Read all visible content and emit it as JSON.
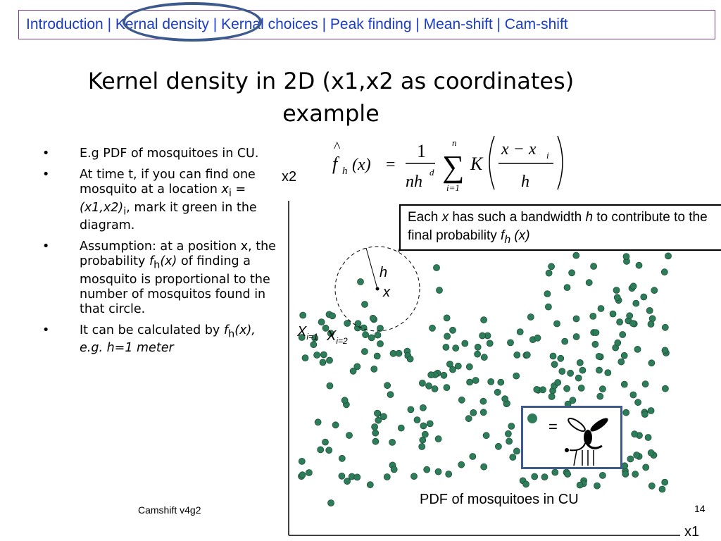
{
  "nav": {
    "text": "Introduction | Kernal density | Kernal choices | Peak finding | Mean-shift | Cam-shift"
  },
  "slide": {
    "title_line1": "Kernel density in 2D (x1,x2 as coordinates)",
    "title_line2": "example",
    "bullet_marker": "•",
    "bullets": [
      {
        "text": "E.g PDF of mosquitoes in CU."
      },
      {
        "pre": "At time t, if you can find one mosquito at a location ",
        "var": "x",
        "sub": "i",
        "mid": " =(x1,x2)",
        "sub2": "i",
        "post": ", mark it green in the diagram."
      },
      {
        "pre": "Assumption: at a position x, the probability ",
        "var": "f",
        "sub": "h",
        "mid": "(x)",
        "post": " of finding a mosquito is proportional to the number of mosquitos found in that circle."
      },
      {
        "pre": "It can be calculated by ",
        "var": "f",
        "sub": "h",
        "mid": "(x), e.g. h=1 meter"
      }
    ]
  },
  "formula": {
    "lhs_f": "f",
    "lhs_sub": "h",
    "lhs_arg": "(x)",
    "equals": "=",
    "num": "1",
    "den_n": "nh",
    "den_sup": "d",
    "sigma": "∑",
    "sum_top": "n",
    "sum_bot": "i=1",
    "kernel": "K",
    "frac_num": "x − x",
    "frac_num_sub": "i",
    "frac_den": "h"
  },
  "callout": {
    "pre": "Each ",
    "var": "x",
    "mid": " has such a bandwidth ",
    "var2": "h",
    "post": " to contribute to the final probability ",
    "var3": "f",
    "sub3": "h",
    "post3": " (x)"
  },
  "plot": {
    "ylabel": "x2",
    "xlabel": "x1",
    "h_label": "h",
    "x_label": "x",
    "xi1_main": "X",
    "xi1_sub": "i=1",
    "xi2_main": "X",
    "xi2_sub": "i=2",
    "point_color": "#2e7d5a",
    "equals": "=",
    "pdf_label": "PDF of mosquitoes in CU"
  },
  "footer": {
    "left": "Camshift v4g2",
    "page": "14"
  }
}
